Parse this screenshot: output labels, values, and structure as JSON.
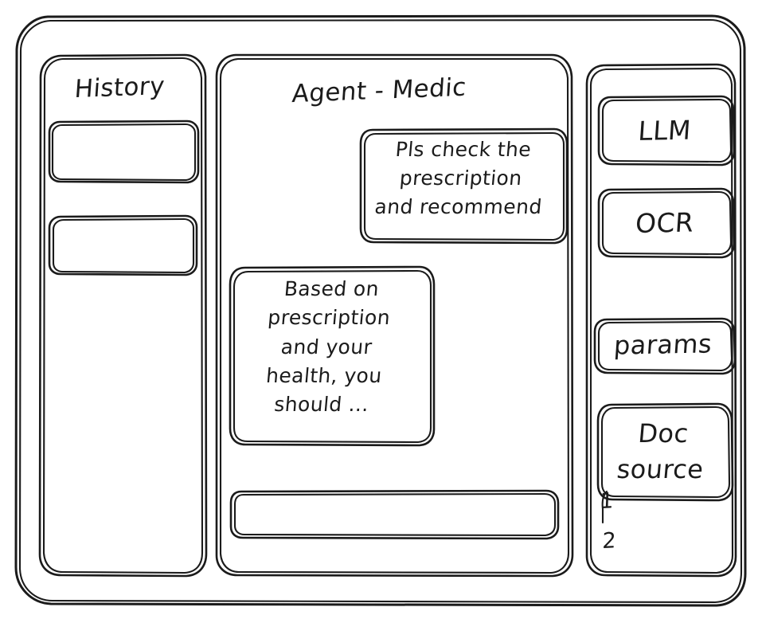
{
  "window": {
    "name": "agent-medic-wireframe",
    "stroke_color": "#1b1b1b",
    "background_color": "#ffffff"
  },
  "sidebar_left": {
    "title": "History",
    "items": [
      {
        "label": ""
      },
      {
        "label": ""
      }
    ]
  },
  "main": {
    "title": "Agent - Medic",
    "messages": [
      {
        "role": "user",
        "align": "right",
        "text": "Pls check the\nprescription\nand recommend"
      },
      {
        "role": "agent",
        "align": "left",
        "text": "Based on\nprescription\nand your\nhealth, you\nshould ..."
      }
    ],
    "composer": {
      "value": "",
      "placeholder": ""
    }
  },
  "sidebar_right": {
    "buttons": [
      {
        "label": "LLM"
      },
      {
        "label": "OCR"
      },
      {
        "label": "params"
      }
    ],
    "doc_source": {
      "label": "Doc\nsource",
      "refs": [
        {
          "label": "1"
        },
        {
          "label": "2"
        }
      ]
    }
  }
}
